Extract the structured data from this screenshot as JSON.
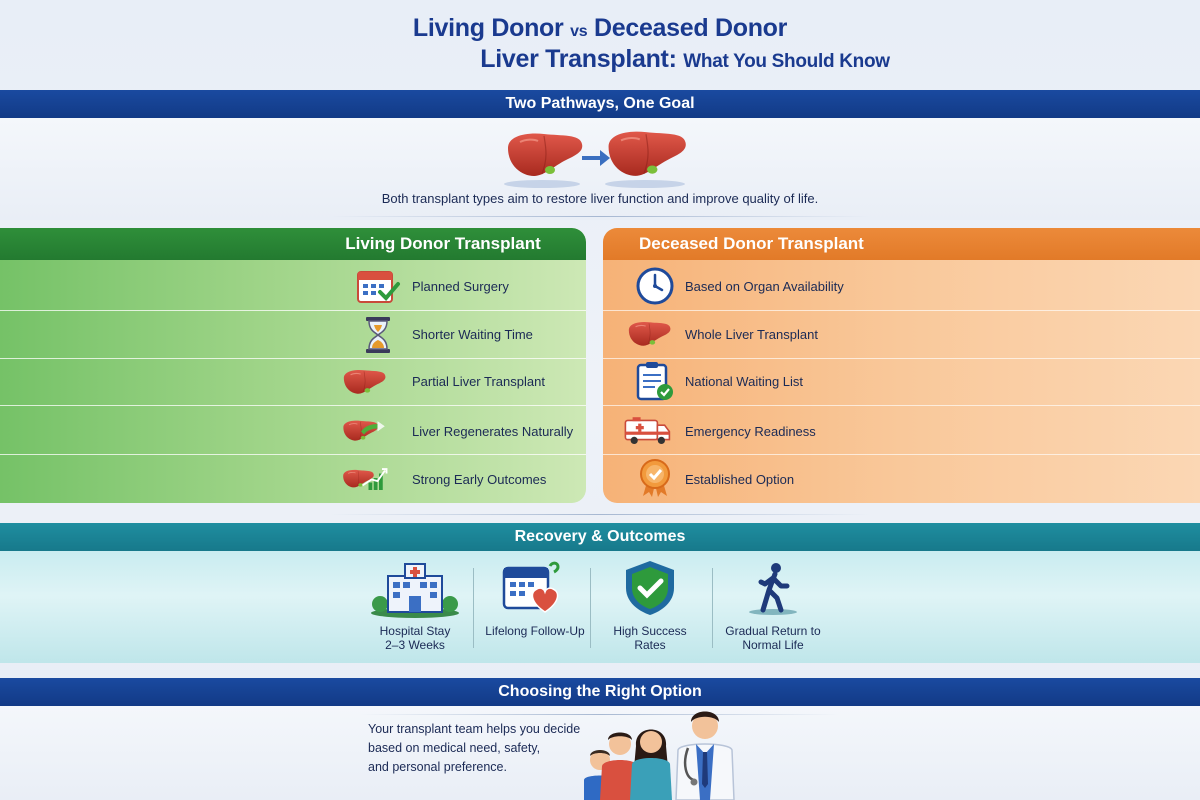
{
  "header": {
    "title_part1": "Living Donor",
    "title_vs": "vs",
    "title_part2": "Deceased Donor",
    "title_line2": "Liver Transplant:",
    "title_line2_sub": "What You Should Know"
  },
  "pathways": {
    "heading": "Two Pathways, One Goal",
    "description": "Both transplant types aim to restore liver function and improve quality of life."
  },
  "living": {
    "heading": "Living Donor Transplant",
    "items": [
      {
        "label": "Planned Surgery",
        "icon": "calendar-check-icon"
      },
      {
        "label": "Shorter Waiting Time",
        "icon": "hourglass-icon"
      },
      {
        "label": "Partial Liver Transplant",
        "icon": "liver-icon"
      },
      {
        "label": "Liver Regenerates Naturally",
        "icon": "liver-regenerate-icon"
      },
      {
        "label": "Strong Early Outcomes",
        "icon": "liver-growth-chart-icon"
      }
    ]
  },
  "deceased": {
    "heading": "Deceased Donor Transplant",
    "items": [
      {
        "label": "Based on Organ Availability",
        "icon": "clock-icon"
      },
      {
        "label": "Whole Liver Transplant",
        "icon": "liver-icon"
      },
      {
        "label": "National Waiting List",
        "icon": "clipboard-check-icon"
      },
      {
        "label": "Emergency Readiness",
        "icon": "ambulance-icon"
      },
      {
        "label": "Established Option",
        "icon": "award-ribbon-icon"
      }
    ]
  },
  "recovery": {
    "heading": "Recovery & Outcomes",
    "items": [
      {
        "line1": "Hospital Stay",
        "line2": "2–3 Weeks",
        "icon": "hospital-icon"
      },
      {
        "line1": "Lifelong Follow-Up",
        "line2": "",
        "icon": "calendar-heart-icon"
      },
      {
        "line1": "High Success Rates",
        "line2": "",
        "icon": "shield-check-icon"
      },
      {
        "line1": "Gradual Return to",
        "line2": "Normal Life",
        "icon": "walking-person-icon"
      }
    ]
  },
  "choose": {
    "heading": "Choosing the Right Option",
    "lines": [
      "Your transplant team helps you decide",
      "based on medical need, safety,",
      "and personal preference."
    ]
  },
  "colors": {
    "navy": "#1a3a8f",
    "living_green": "#2f8f3a",
    "deceased_orange": "#ec8a3a",
    "teal": "#1f8ea0",
    "liver_red": "#c63a2c"
  }
}
